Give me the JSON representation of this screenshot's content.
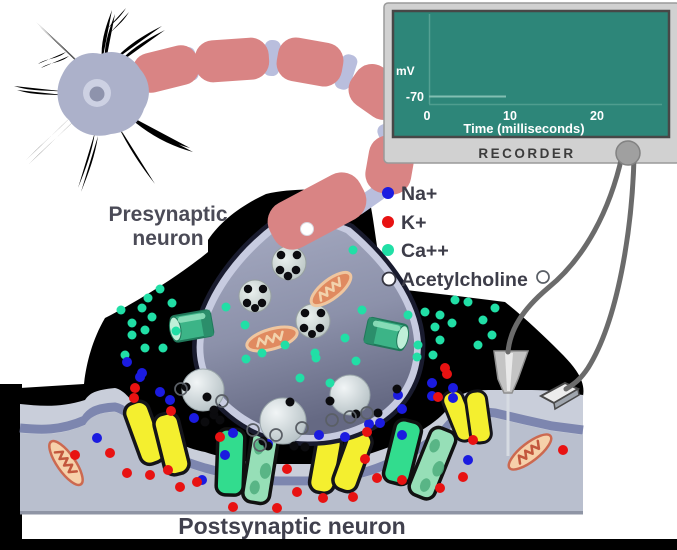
{
  "labels": {
    "presynaptic_line1": "Presynaptic",
    "presynaptic_line2": "neuron",
    "postsynaptic": "Postsynaptic neuron"
  },
  "legend": {
    "items": [
      {
        "id": "na",
        "label": "Na+",
        "color": "#1B1BE0",
        "style": "filled"
      },
      {
        "id": "k",
        "label": "K+",
        "color": "#E81212",
        "style": "filled"
      },
      {
        "id": "ca",
        "label": "Ca++",
        "color": "#21DFA6",
        "style": "filled"
      },
      {
        "id": "ach",
        "label": "Acetylcholine",
        "color": "#FFFFFF",
        "style": "outline"
      }
    ]
  },
  "recorder": {
    "label": "RECORDER",
    "y_axis_label": "mV",
    "y_tick_label": "-70",
    "x_tick_labels": [
      "0",
      "10",
      "20"
    ],
    "x_axis_label": "Time (milliseconds)",
    "screen_color": "#2D8679",
    "trace": {
      "resting_potential_mV": -70,
      "from_ms": 0,
      "to_ms": 10
    }
  },
  "ions": {
    "styles": {
      "na": {
        "r": 5,
        "color": "#1B1BE0"
      },
      "k": {
        "r": 5,
        "color": "#E81212"
      },
      "ca": {
        "r": 4.5,
        "color": "#21DFA6"
      },
      "ach_filled": {
        "r": 4.5,
        "color": "#0B0B0E"
      },
      "ach_rings": {
        "r": 6,
        "color": "#5A5F66"
      }
    },
    "na": [
      [
        140,
        377
      ],
      [
        160,
        392
      ],
      [
        194,
        418
      ],
      [
        233,
        433
      ],
      [
        268,
        444
      ],
      [
        319,
        435
      ],
      [
        345,
        437
      ],
      [
        369,
        424
      ],
      [
        402,
        409
      ],
      [
        432,
        396
      ],
      [
        453,
        398
      ],
      [
        170,
        400
      ],
      [
        142,
        373
      ],
      [
        398,
        395
      ],
      [
        432,
        383
      ],
      [
        453,
        388
      ],
      [
        225,
        455
      ],
      [
        127,
        362
      ],
      [
        97,
        438
      ],
      [
        202,
        480
      ],
      [
        380,
        423
      ],
      [
        402,
        435
      ],
      [
        468,
        460
      ]
    ],
    "k": [
      [
        134,
        398
      ],
      [
        171,
        411
      ],
      [
        220,
        437
      ],
      [
        287,
        469
      ],
      [
        365,
        459
      ],
      [
        447,
        374
      ],
      [
        438,
        397
      ],
      [
        445,
        368
      ],
      [
        135,
        388
      ],
      [
        110,
        453
      ],
      [
        127,
        473
      ],
      [
        150,
        475
      ],
      [
        168,
        470
      ],
      [
        180,
        487
      ],
      [
        197,
        482
      ],
      [
        233,
        507
      ],
      [
        277,
        508
      ],
      [
        297,
        492
      ],
      [
        323,
        498
      ],
      [
        353,
        497
      ],
      [
        377,
        478
      ],
      [
        402,
        480
      ],
      [
        367,
        432
      ],
      [
        473,
        440
      ],
      [
        463,
        477
      ],
      [
        440,
        488
      ],
      [
        563,
        450
      ],
      [
        75,
        455
      ]
    ],
    "ca": [
      [
        148,
        298
      ],
      [
        142,
        308
      ],
      [
        172,
        303
      ],
      [
        152,
        317
      ],
      [
        132,
        323
      ],
      [
        145,
        330
      ],
      [
        132,
        335
      ],
      [
        145,
        348
      ],
      [
        163,
        348
      ],
      [
        121,
        310
      ],
      [
        160,
        289
      ],
      [
        176,
        331
      ],
      [
        125,
        355
      ],
      [
        226,
        307
      ],
      [
        245,
        325
      ],
      [
        262,
        353
      ],
      [
        285,
        345
      ],
      [
        315,
        353
      ],
      [
        345,
        338
      ],
      [
        362,
        310
      ],
      [
        300,
        378
      ],
      [
        330,
        383
      ],
      [
        246,
        359
      ],
      [
        316,
        358
      ],
      [
        356,
        361
      ],
      [
        353,
        250
      ],
      [
        408,
        315
      ],
      [
        425,
        312
      ],
      [
        440,
        315
      ],
      [
        435,
        327
      ],
      [
        452,
        323
      ],
      [
        418,
        345
      ],
      [
        440,
        340
      ],
      [
        433,
        355
      ],
      [
        417,
        357
      ],
      [
        455,
        300
      ],
      [
        468,
        302
      ],
      [
        483,
        320
      ],
      [
        495,
        308
      ],
      [
        478,
        345
      ],
      [
        492,
        335
      ]
    ],
    "ach_filled": [
      [
        186,
        387
      ],
      [
        214,
        415
      ],
      [
        263,
        441
      ],
      [
        294,
        446
      ],
      [
        378,
        413
      ],
      [
        397,
        389
      ],
      [
        214,
        410
      ],
      [
        268,
        446
      ],
      [
        356,
        414
      ],
      [
        330,
        401
      ],
      [
        205,
        422
      ],
      [
        305,
        447
      ],
      [
        220,
        420
      ],
      [
        207,
        397
      ],
      [
        290,
        402
      ]
    ],
    "ach_rings": [
      [
        181,
        389
      ],
      [
        253,
        430
      ],
      [
        276,
        435
      ],
      [
        302,
        428
      ],
      [
        332,
        420
      ],
      [
        350,
        417
      ],
      [
        367,
        413
      ],
      [
        543,
        277
      ],
      [
        222,
        401
      ],
      [
        260,
        445
      ]
    ]
  }
}
